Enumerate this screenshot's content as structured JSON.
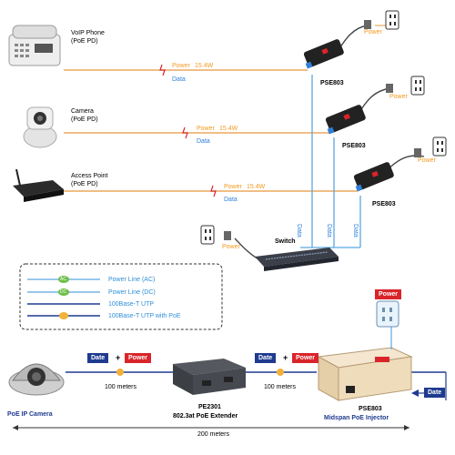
{
  "colors": {
    "power_line": "#e6983f",
    "data_line": "#5aa8e0",
    "utp_line": "#1f3b8f",
    "accent_red": "#d9252a",
    "accent_blue": "#1f3b8f"
  },
  "devices": [
    {
      "name": "VoIP Phone",
      "sub": "(PoE PD)",
      "icon": "phone-icon"
    },
    {
      "name": "Camera",
      "sub": "(PoE PD)",
      "icon": "camera-icon"
    },
    {
      "name": "Access Point",
      "sub": "(PoE PD)",
      "icon": "router-icon"
    }
  ],
  "power_label": "Power",
  "power_value": "15.4W",
  "data_label": "Data",
  "injector_model": "PSE803",
  "switch_label": "Switch",
  "legend": [
    {
      "badge": "AC",
      "label": "Power Line (AC)"
    },
    {
      "badge": "DC",
      "label": "Power Line (DC)"
    },
    {
      "badge": "",
      "label": "100Base-T UTP"
    },
    {
      "badge": "",
      "label": "100Base-T UTP with PoE"
    }
  ],
  "bottom": {
    "tag_date": "Date",
    "tag_power": "Power",
    "tag_plus": "+",
    "left_device": "PoE IP Camera",
    "mid_model": "PE2301",
    "mid_desc": "802.3at PoE Extender",
    "right_model": "PSE803",
    "right_desc": "Midspan PoE Injector",
    "distance_100_left": "100 meters",
    "distance_100_right": "100 meters",
    "distance_total": "200 meters",
    "input_tag": "Date",
    "power_box": "Power"
  }
}
